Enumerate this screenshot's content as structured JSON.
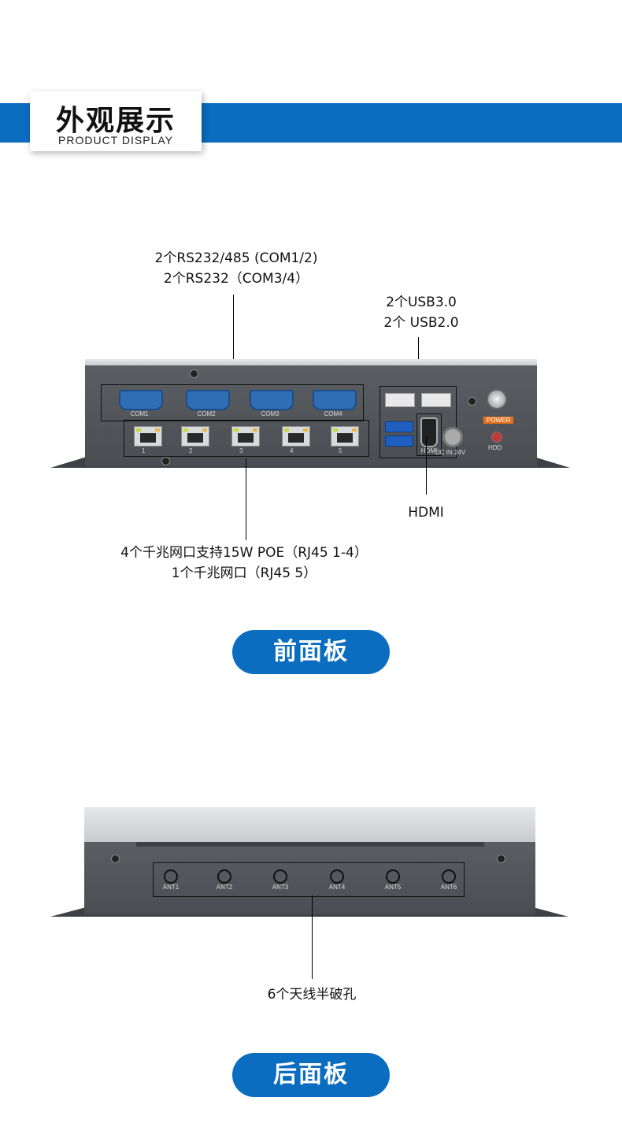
{
  "header": {
    "title": "外观展示",
    "subtitle": "PRODUCT DISPLAY"
  },
  "front": {
    "serial_label_line1": "2个RS232/485 (COM1/2)",
    "serial_label_line2": "2个RS232（COM3/4）",
    "usb_label_line1": "2个USB3.0",
    "usb_label_line2": "2个 USB2.0",
    "hdmi_label": "HDMI",
    "lan_label_line1": "4个千兆网口支持15W POE（RJ45 1-4）",
    "lan_label_line2": "1个千兆网口（RJ45 5）",
    "com_ports": [
      "COM1",
      "COM2",
      "COM3",
      "COM4"
    ],
    "lan_ports": [
      "1",
      "2",
      "3",
      "4",
      "5"
    ],
    "hdmi_port_label": "HDMI",
    "dc_label": "DC IN 24V",
    "power_label": "POWER",
    "hdd_label": "HDD",
    "panel_title": "前面板"
  },
  "rear": {
    "ant_label": "6个天线半破孔",
    "antennas": [
      "ANT1",
      "ANT2",
      "ANT3",
      "ANT4",
      "ANT5",
      "ANT6"
    ],
    "panel_title": "后面板"
  }
}
